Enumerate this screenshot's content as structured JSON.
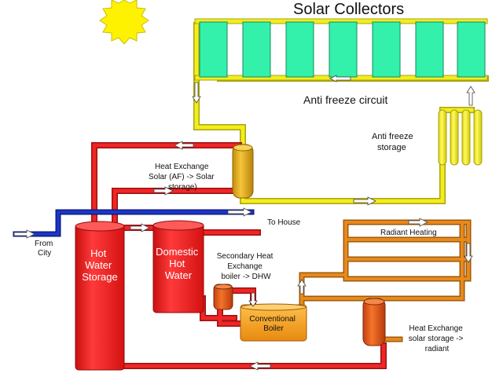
{
  "colors": {
    "collector": "#33f0aa",
    "antifreeze_pipe": "#f2ee1e",
    "antifreeze_pipe_edge": "#a9a30e",
    "hot_pipe": "#f02626",
    "hot_pipe_edge": "#9c1010",
    "cold_pipe": "#1c36c8",
    "heating_pipe": "#e7891c",
    "heating_pipe_edge": "#9c5a0c",
    "tank_red": "#f42020",
    "tank_edge": "#8e0c0c",
    "boiler": "#f6a31e",
    "hx_solar": "#e6b21a",
    "hx_radiant": "#e85a14",
    "sun": "#fff200",
    "arrow_fill": "#ffffff"
  },
  "icons": [
    "sun-icon",
    "flow-arrow-icon"
  ],
  "labels": {
    "solar_collectors": "Solar Collectors",
    "antifreeze_circuit": "Anti freeze circuit",
    "antifreeze_storage": [
      "Anti freeze",
      "storage"
    ],
    "hx_solar": [
      "Heat Exchange",
      "Solar  (AF) -> Solar",
      "storage)"
    ],
    "to_house": "To House",
    "from_city": [
      "From",
      "City"
    ],
    "hot_water_storage": [
      "Hot",
      "Water",
      "Storage"
    ],
    "domestic_hot_water": [
      "Domestic",
      "Hot",
      "Water"
    ],
    "secondary_hx": [
      "Secondary Heat",
      "Exchange",
      "boiler -> DHW"
    ],
    "conventional_boiler": [
      "Conventional",
      "Boiler"
    ],
    "radiant_heating": "Radiant Heating",
    "hx_radiant": [
      "Heat Exchange",
      "solar storage ->",
      "radiant"
    ]
  }
}
